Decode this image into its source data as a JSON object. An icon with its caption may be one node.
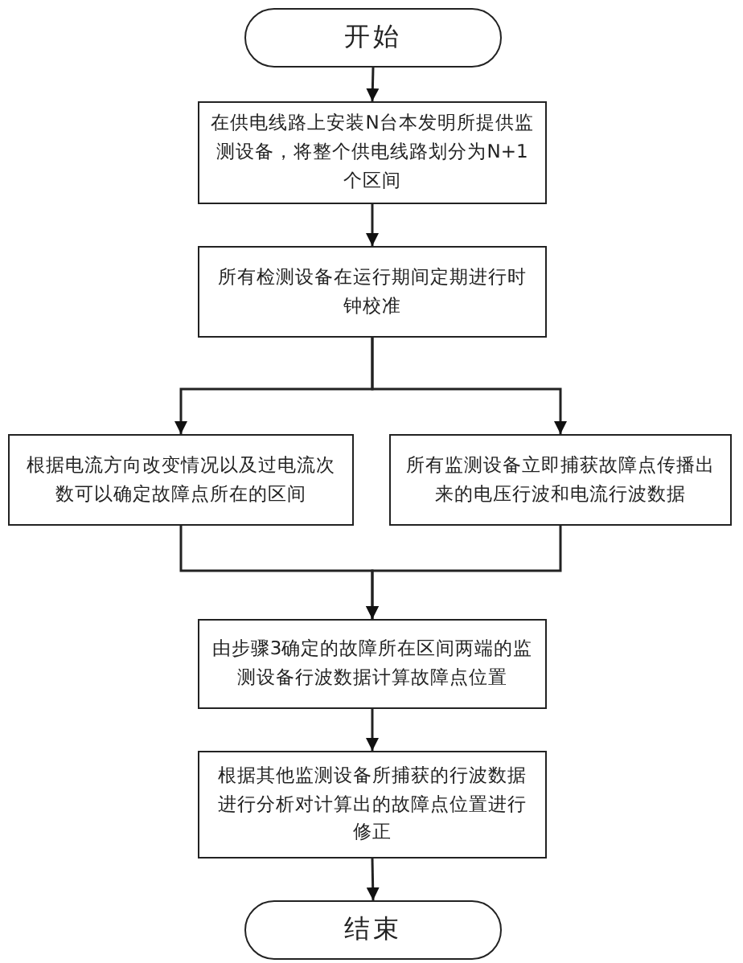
{
  "diagram": {
    "nodes": [
      {
        "text": [
          "开始"
        ]
      },
      {
        "text": [
          "在供电线路上安装N台本发明所提供监测设备，将整个供电线路划分为N+1个区间"
        ]
      },
      {
        "text": [
          "所有检测设备在运行期间定期进行时钟校准"
        ]
      },
      {
        "text": [
          "根据电流方向改变情况以及过电流次数可以确定故障点所在的区间"
        ]
      },
      {
        "text": [
          "所有监测设备立即捕获故障点传播出来的电压行波和电流行波数据"
        ]
      },
      {
        "text": [
          "由步骤3确定的故障所在区间两端的监测设备行波数据计算故障点位置"
        ]
      },
      {
        "text": [
          "根据其他监测设备所捕获的行波数据进行分析对计算出的故障点位置进行修正"
        ]
      },
      {
        "text": [
          "结束"
        ]
      }
    ],
    "edges": [
      {
        "from": 0,
        "to": 1,
        "arrow": "to"
      },
      {
        "from": 1,
        "to": 2,
        "arrow": "to"
      },
      {
        "from": 2,
        "to": 3,
        "arrow": "to"
      },
      {
        "from": 2,
        "to": 4,
        "arrow": "to"
      },
      {
        "from": 3,
        "to": 5,
        "arrow": "to"
      },
      {
        "from": 4,
        "to": 5,
        "arrow": "to"
      },
      {
        "from": 5,
        "to": 6,
        "arrow": "to"
      },
      {
        "from": 6,
        "to": 7,
        "arrow": "to"
      }
    ]
  }
}
